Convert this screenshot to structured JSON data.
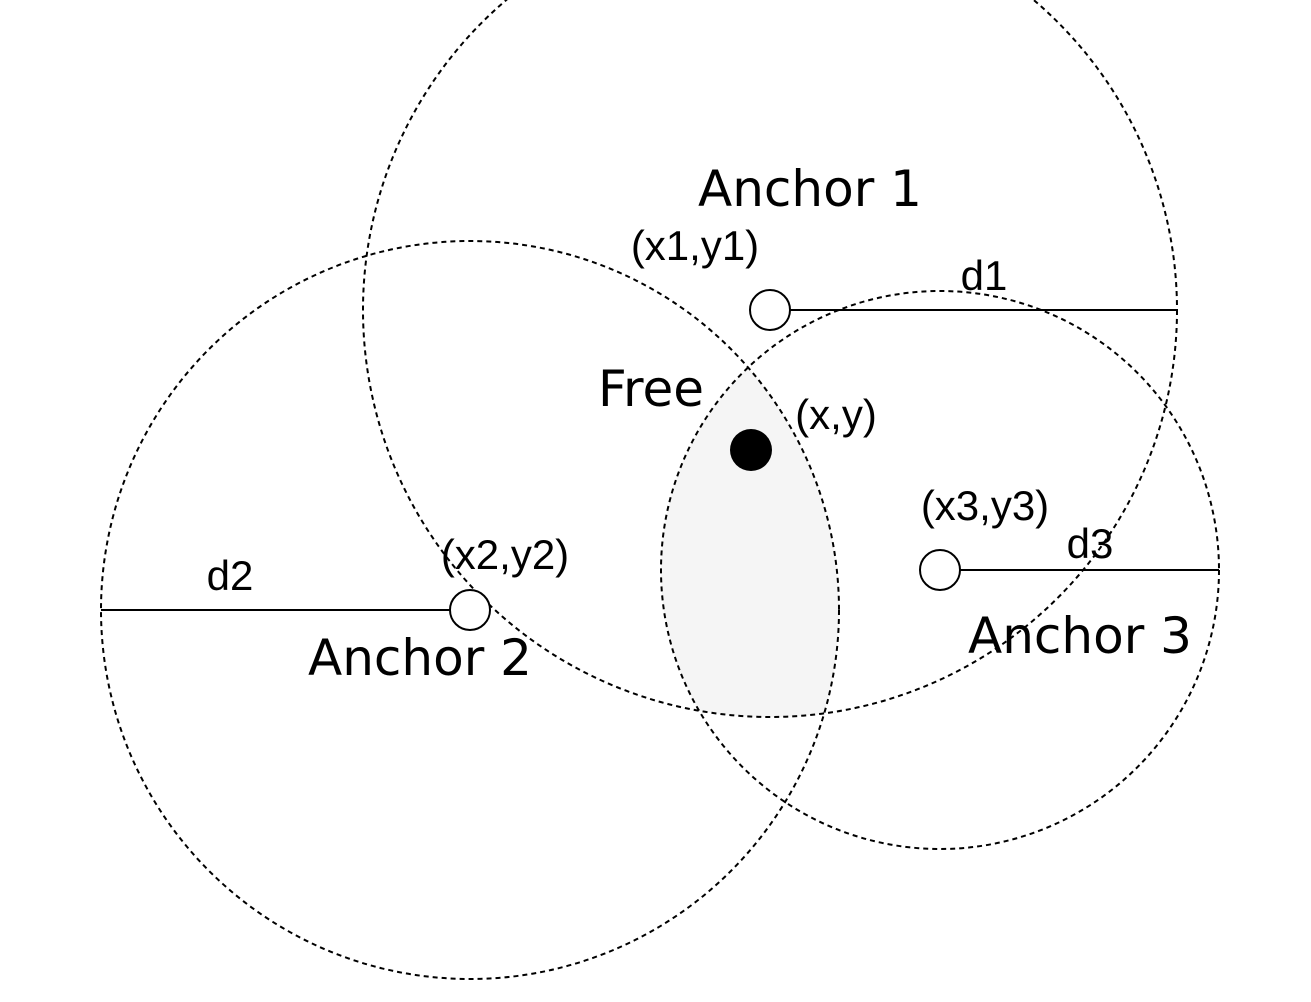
{
  "diagram": {
    "region_fill": "#f5f5f5",
    "anchors": [
      {
        "name": "Anchor 1",
        "coord": "(x1,y1)",
        "distance": "d1"
      },
      {
        "name": "Anchor 2",
        "coord": "(x2,y2)",
        "distance": "d2"
      },
      {
        "name": "Anchor 3",
        "coord": "(x3,y3)",
        "distance": "d3"
      }
    ],
    "free": {
      "label": "Free",
      "coord": "(x,y)"
    }
  }
}
